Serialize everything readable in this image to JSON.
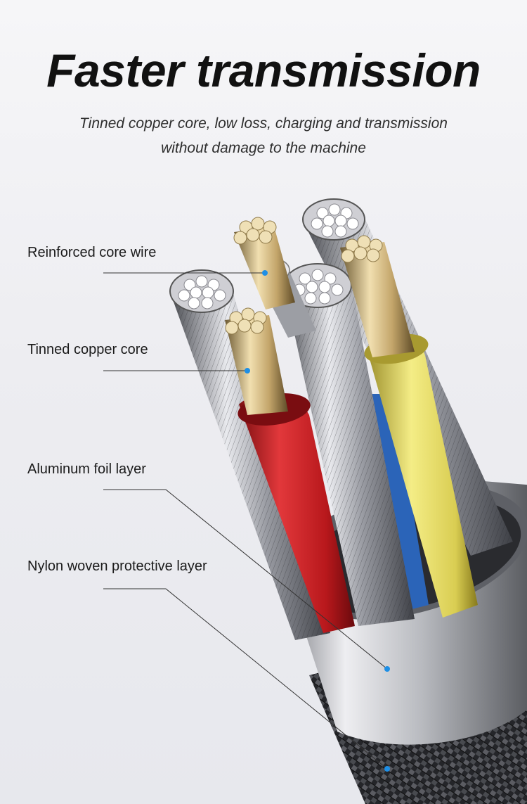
{
  "headline": "Faster transmission",
  "subtitle_lines": [
    "Tinned copper core, low loss, charging and transmission",
    "without damage to the machine"
  ],
  "callouts": [
    "Reinforced core wire",
    "Tinned copper core",
    "Aluminum foil layer",
    "Nylon woven protective layer"
  ],
  "colors": {
    "accent_dot": "#1e8fe6",
    "red_wire": "#d3262a",
    "yellow_wire": "#e7de64",
    "blue_wire": "#2b64b8",
    "text": "#1b1b1b"
  }
}
